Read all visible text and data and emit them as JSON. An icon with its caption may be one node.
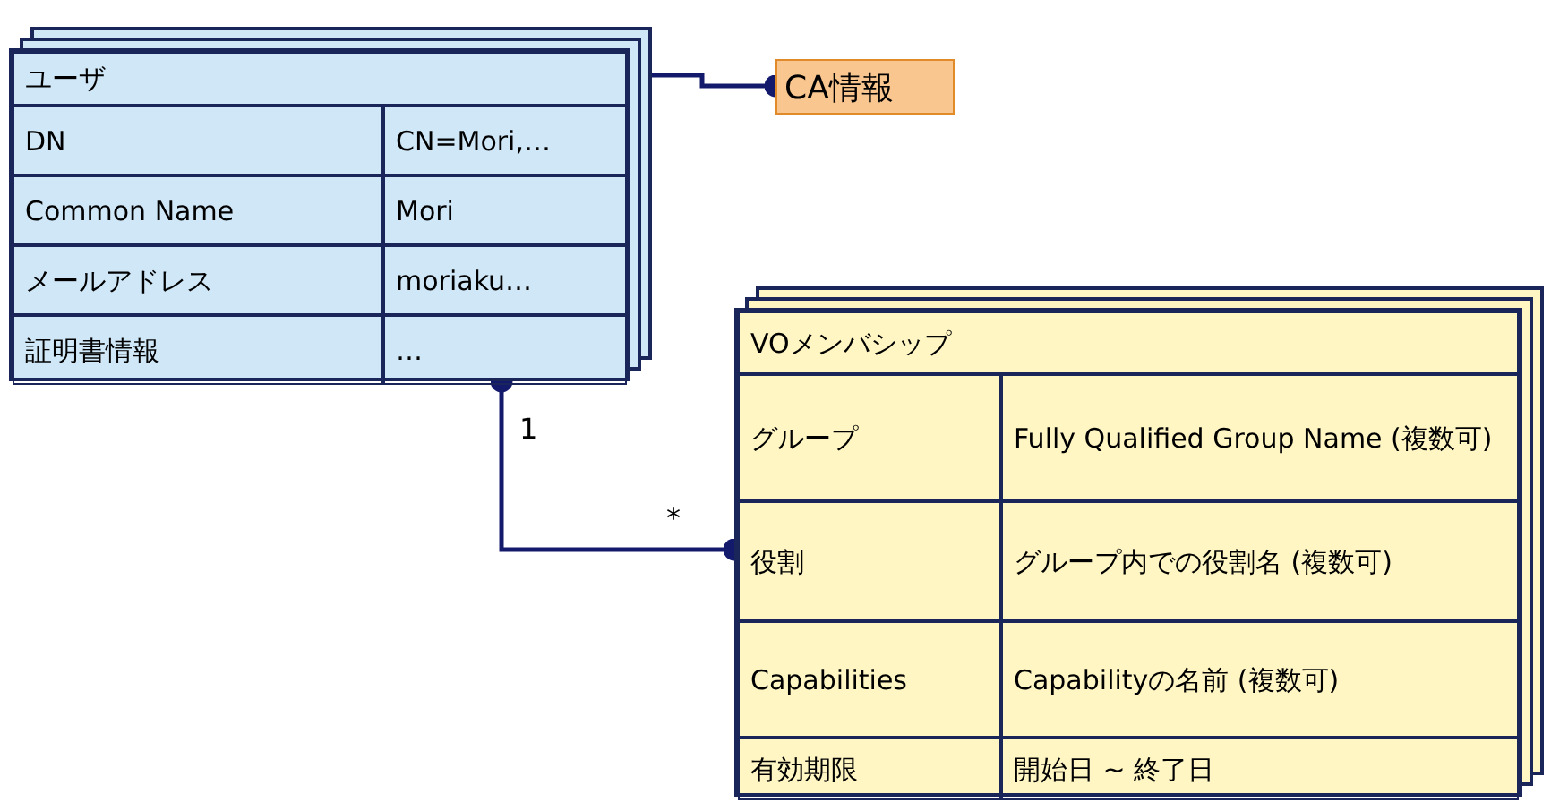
{
  "diagram": {
    "nodes": [
      {
        "text": [
          "ユーザ",
          "DN",
          "CN=Mori,…",
          "Common Name",
          "Mori",
          "メールアドレス",
          "moriaku…",
          "証明書情報",
          "…"
        ]
      },
      {
        "text": [
          "CA情報"
        ]
      },
      {
        "text": [
          "VOメンバシップ",
          "グループ",
          "Fully Qualified Group Name (複数可)",
          "役割",
          "グループ内での役割名 (複数可)",
          "Capabilities",
          "Capabilityの名前 (複数可)",
          "有効期限",
          "開始日 ~ 終了日"
        ]
      }
    ],
    "edges": [
      {
        "from": 0,
        "to": 1,
        "arrow": "other"
      },
      {
        "from": 0,
        "to": 2,
        "arrow": "other"
      }
    ],
    "labels": [
      "1",
      "*"
    ]
  }
}
